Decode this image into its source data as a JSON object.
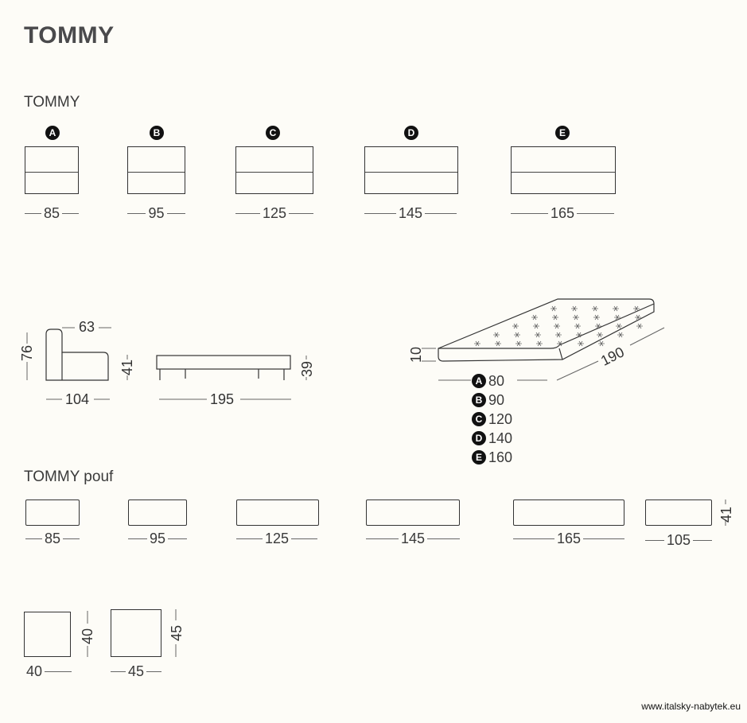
{
  "title": "TOMMY",
  "sofa_section": {
    "label": "TOMMY",
    "variants": [
      {
        "badge": "A",
        "width": "85"
      },
      {
        "badge": "B",
        "width": "95"
      },
      {
        "badge": "C",
        "width": "125"
      },
      {
        "badge": "D",
        "width": "145"
      },
      {
        "badge": "E",
        "width": "165"
      }
    ]
  },
  "side_view": {
    "height": "76",
    "seat_depth": "63",
    "seat_height": "41",
    "depth": "104"
  },
  "bed_view": {
    "length": "195",
    "height": "39"
  },
  "mattress": {
    "thickness": "10",
    "length": "190",
    "widths": [
      {
        "badge": "A",
        "value": "80"
      },
      {
        "badge": "B",
        "value": "90"
      },
      {
        "badge": "C",
        "value": "120"
      },
      {
        "badge": "D",
        "value": "140"
      },
      {
        "badge": "E",
        "value": "160"
      }
    ]
  },
  "pouf_section": {
    "label": "TOMMY pouf",
    "widths": [
      "85",
      "95",
      "125",
      "145",
      "165",
      "105"
    ],
    "height": "41"
  },
  "cubes": [
    {
      "width": "40",
      "height": "40"
    },
    {
      "width": "45",
      "height": "45"
    }
  ],
  "footer": "www.italsky-nabytek.eu"
}
